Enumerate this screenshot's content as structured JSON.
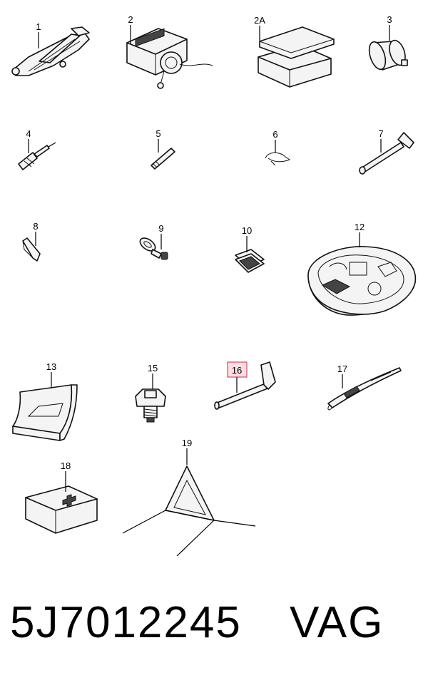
{
  "labels": {
    "p1": "1",
    "p2": "2",
    "p2a": "2A",
    "p3": "3",
    "p4": "4",
    "p5": "5",
    "p6": "6",
    "p7": "7",
    "p8": "8",
    "p9": "9",
    "p10": "10",
    "p12": "12",
    "p13": "13",
    "p15": "15",
    "p16": "16",
    "p17": "17",
    "p18": "18",
    "p19": "19"
  },
  "footer": {
    "part_number": "5J7012245",
    "brand": "VAG"
  },
  "colors": {
    "highlight_fill": "#fbdde2",
    "highlight_border": "#d94b63"
  }
}
